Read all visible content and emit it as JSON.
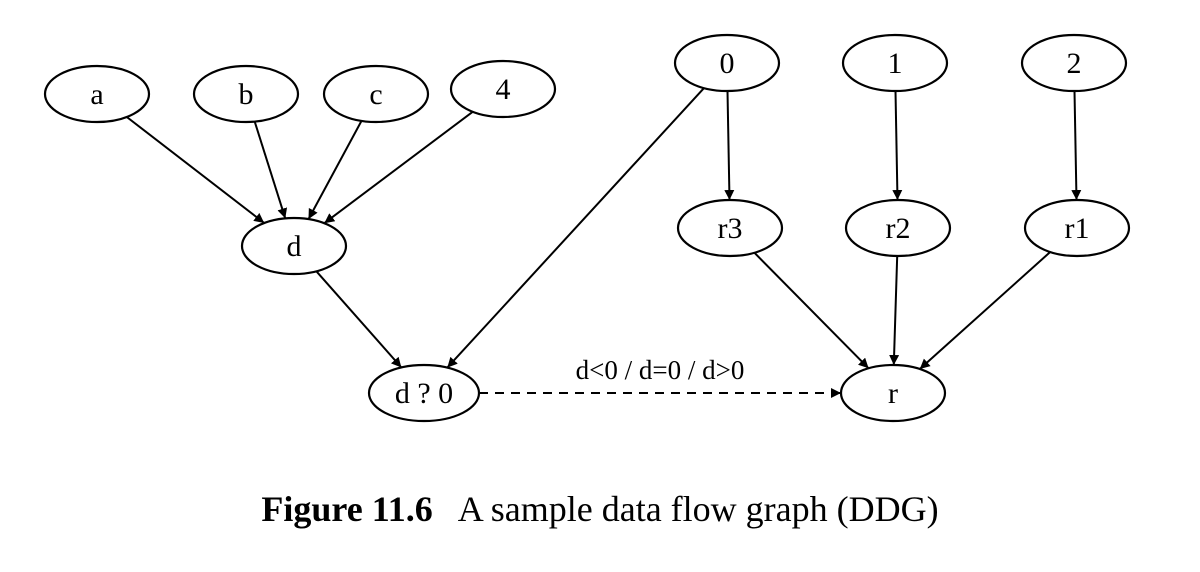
{
  "diagram": {
    "nodes": [
      {
        "id": "a",
        "label": "a"
      },
      {
        "id": "b",
        "label": "b"
      },
      {
        "id": "c",
        "label": "c"
      },
      {
        "id": "n4",
        "label": "4"
      },
      {
        "id": "d",
        "label": "d"
      },
      {
        "id": "dq0",
        "label": "d ? 0"
      },
      {
        "id": "n0",
        "label": "0"
      },
      {
        "id": "n1",
        "label": "1"
      },
      {
        "id": "n2",
        "label": "2"
      },
      {
        "id": "r3",
        "label": "r3"
      },
      {
        "id": "r2",
        "label": "r2"
      },
      {
        "id": "r1",
        "label": "r1"
      },
      {
        "id": "r",
        "label": "r"
      }
    ],
    "edges": [
      {
        "from": "a",
        "to": "d",
        "style": "solid"
      },
      {
        "from": "b",
        "to": "d",
        "style": "solid"
      },
      {
        "from": "c",
        "to": "d",
        "style": "solid"
      },
      {
        "from": "n4",
        "to": "d",
        "style": "solid"
      },
      {
        "from": "d",
        "to": "dq0",
        "style": "solid"
      },
      {
        "from": "n0",
        "to": "dq0",
        "style": "solid"
      },
      {
        "from": "n0",
        "to": "r3",
        "style": "solid"
      },
      {
        "from": "n1",
        "to": "r2",
        "style": "solid"
      },
      {
        "from": "n2",
        "to": "r1",
        "style": "solid"
      },
      {
        "from": "r3",
        "to": "r",
        "style": "solid"
      },
      {
        "from": "r2",
        "to": "r",
        "style": "solid"
      },
      {
        "from": "r1",
        "to": "r",
        "style": "solid"
      },
      {
        "from": "dq0",
        "to": "r",
        "style": "dashed",
        "label": "d<0 / d=0 / d>0"
      }
    ]
  },
  "caption": {
    "number": "Figure 11.6",
    "text": "A sample data flow graph (DDG)"
  }
}
